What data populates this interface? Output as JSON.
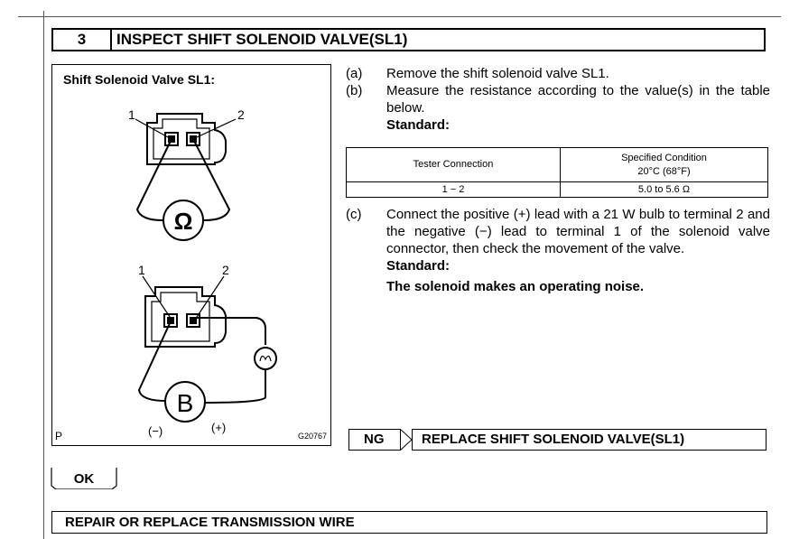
{
  "step": {
    "number": "3",
    "title": "INSPECT SHIFT SOLENOID VALVE(SL1)"
  },
  "diagram": {
    "title": "Shift Solenoid Valve SL1:",
    "top": {
      "terminal_1": "1",
      "terminal_2": "2",
      "meter_symbol": "Ω"
    },
    "bottom": {
      "terminal_1": "1",
      "terminal_2": "2",
      "battery_symbol": "B",
      "neg": "(−)",
      "pos": "(+)"
    },
    "corner_letter": "P",
    "figure_code": "G20767"
  },
  "instructions": [
    {
      "label": "(a)",
      "text": "Remove the shift  solenoid valve SL1."
    },
    {
      "label": "(b)",
      "text": "Measure the resistance according to the value(s) in the table below."
    },
    {
      "standard_label": "Standard:"
    },
    {
      "label": "(c)",
      "text": "Connect the positive (+) lead with a 21 W bulb to terminal 2 and the negative (−) lead to terminal 1 of the solenoid valve connector, then check the movement of the valve."
    }
  ],
  "standard_label_c": "Standard:",
  "standard_result": "The solenoid makes an operating noise.",
  "table": {
    "headers": [
      "Tester Connection",
      "Specified Condition"
    ],
    "header_sub": "20°C (68°F)",
    "rows": [
      [
        "1 − 2",
        "5.0 to 5.6 Ω"
      ]
    ]
  },
  "ng": {
    "label": "NG",
    "result": "REPLACE SHIFT SOLENOID VALVE(SL1)"
  },
  "ok": {
    "label": "OK"
  },
  "repair": {
    "text": "REPAIR OR REPLACE TRANSMISSION WIRE"
  }
}
